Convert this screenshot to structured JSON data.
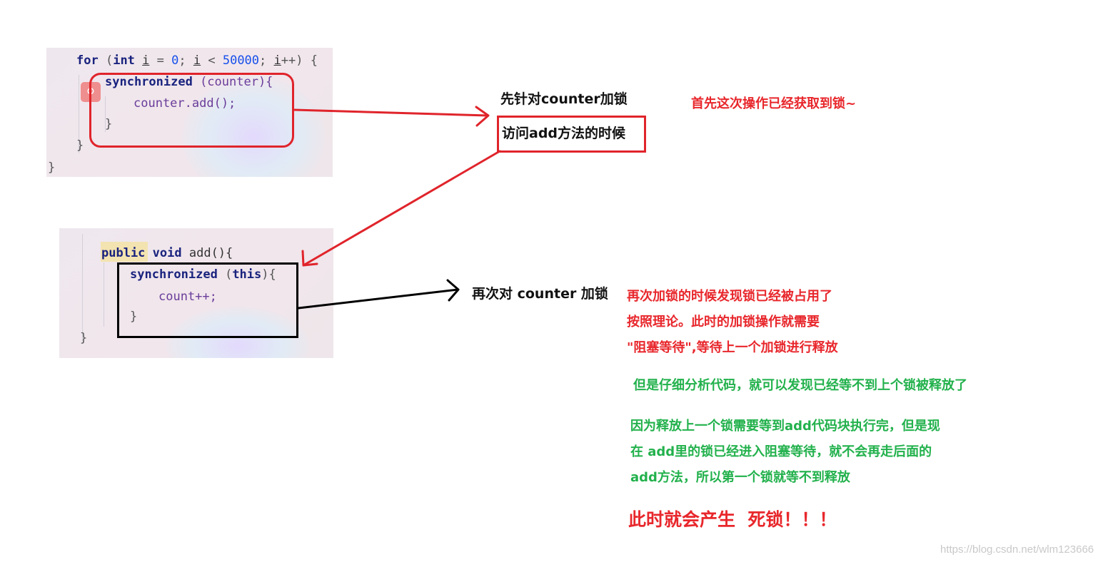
{
  "code_top": {
    "line1": {
      "kw_for": "for",
      "p1": " (",
      "kw_int": "int",
      "sp": " ",
      "var_i": "i",
      "rest1": " = ",
      "zero": "0",
      "semi1": "; ",
      "var_i2": "i",
      "lt": " < ",
      "limit": "50000",
      "semi2": "; ",
      "var_i3": "i",
      "inc": "++) {"
    },
    "line2": {
      "kw": "synchronized",
      "rest": " (counter){"
    },
    "line3": {
      "call": "counter.add();"
    },
    "line4": {
      "brace": "}"
    },
    "line5": {
      "brace": "}"
    },
    "line6": {
      "brace": "}"
    }
  },
  "code_bottom": {
    "line1": {
      "kw_public": "public",
      "sp": " ",
      "kw_void": "void",
      "rest": " add(){"
    },
    "line2": {
      "kw": "synchronized",
      "p": " (",
      "kw_this": "this",
      "rest": "){"
    },
    "line3": {
      "stmt": "count++;"
    },
    "line4": {
      "brace": "}"
    },
    "line5": {
      "brace": "}"
    }
  },
  "annotations": {
    "lock_counter_first": "先针对counter加锁",
    "visit_add": "访问add方法的时候",
    "already_got_lock": "首先这次操作已经获取到锁~",
    "lock_counter_again": "再次对 counter 加锁",
    "red_explain": [
      "再次加锁的时候发现锁已经被占用了",
      "按照理论。此时的加锁操作就需要",
      "\"阻塞等待\",等待上一个加锁进行释放"
    ],
    "green_1": "但是仔细分析代码，就可以发现已经等不到上个锁被释放了",
    "green_2": [
      "因为释放上一个锁需要等到add代码块执行完，但是现",
      "在 add里的锁已经进入阻塞等待，就不会再走后面的",
      "add方法，所以第一个锁就等不到释放"
    ],
    "deadlock": "此时就会产生  死锁！！！"
  },
  "watermark": "https://blog.csdn.net/wlm123666",
  "colors": {
    "red": "#e8272c",
    "green": "#22b14c",
    "black": "#111111",
    "keyword": "#1a237e",
    "number": "#1750eb"
  },
  "icons": [
    "search-icon"
  ]
}
